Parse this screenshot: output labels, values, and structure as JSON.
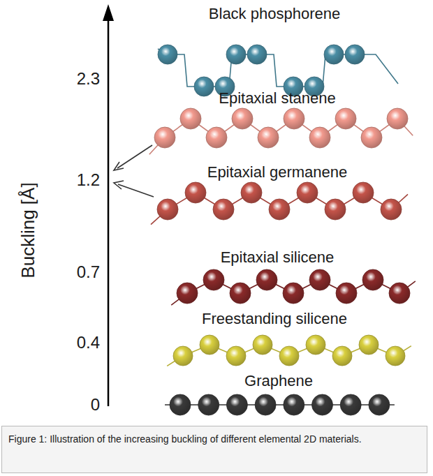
{
  "diagram": {
    "caption": "Figure 1: Illustration of the increasing buckling of different elemental 2D materials.",
    "labels": [
      "Buckling [Å]",
      "2.3",
      "1.2",
      "0.7",
      "0.4",
      "0",
      "Black phosphorene",
      "Epitaxial stanene",
      "Epitaxial germanene",
      "Epitaxial silicene",
      "Freestanding silicene",
      "Graphene"
    ]
  }
}
